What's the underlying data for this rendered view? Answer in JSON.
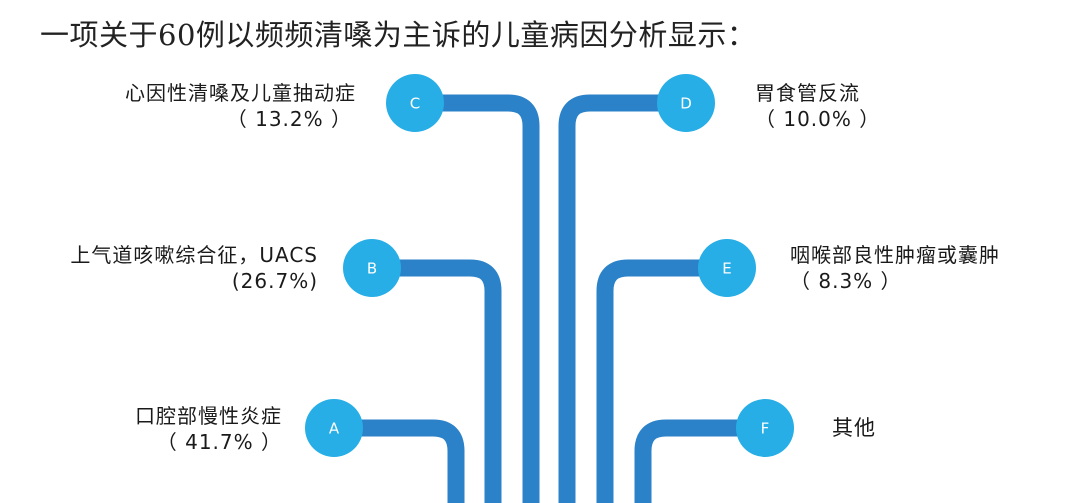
{
  "title": "一项关于60例以频频清嗓为主诉的儿童病因分析显示：",
  "colors": {
    "branch": "#2b82c8",
    "node": "#27aee6"
  },
  "items": [
    {
      "letter": "C",
      "name": "心因性清嗓及儿童抽动症",
      "pct": "（ 13.2% ）"
    },
    {
      "letter": "D",
      "name": "胃食管反流",
      "pct": "（ 10.0% ）"
    },
    {
      "letter": "B",
      "name": "上气道咳嗽综合征，UACS",
      "pct": "(26.7%)"
    },
    {
      "letter": "E",
      "name": "咽喉部良性肿瘤或囊肿",
      "pct": "（ 8.3% ）"
    },
    {
      "letter": "A",
      "name": "口腔部慢性炎症",
      "pct": "（ 41.7% ）"
    },
    {
      "letter": "F",
      "name": "其他",
      "pct": ""
    }
  ]
}
